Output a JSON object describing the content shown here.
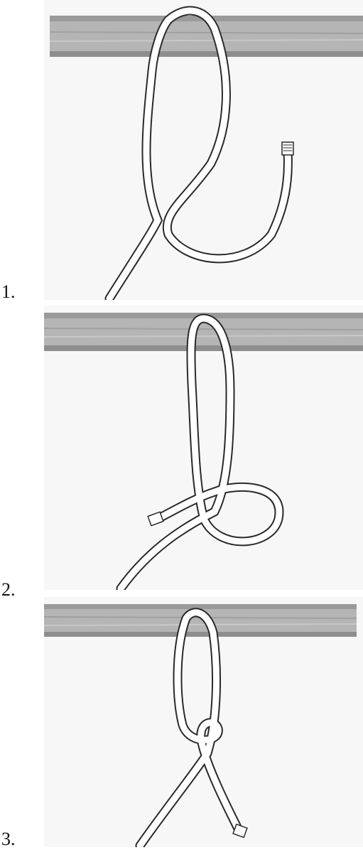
{
  "steps": [
    {
      "label": "1."
    },
    {
      "label": "2."
    },
    {
      "label": "3."
    }
  ],
  "colors": {
    "paper": "#f7f7f7",
    "rod": "#b8b8b8",
    "rod_dark": "#8c8c8c",
    "rope_outline": "#2a2a2a",
    "rope_fill": "#ffffff"
  }
}
